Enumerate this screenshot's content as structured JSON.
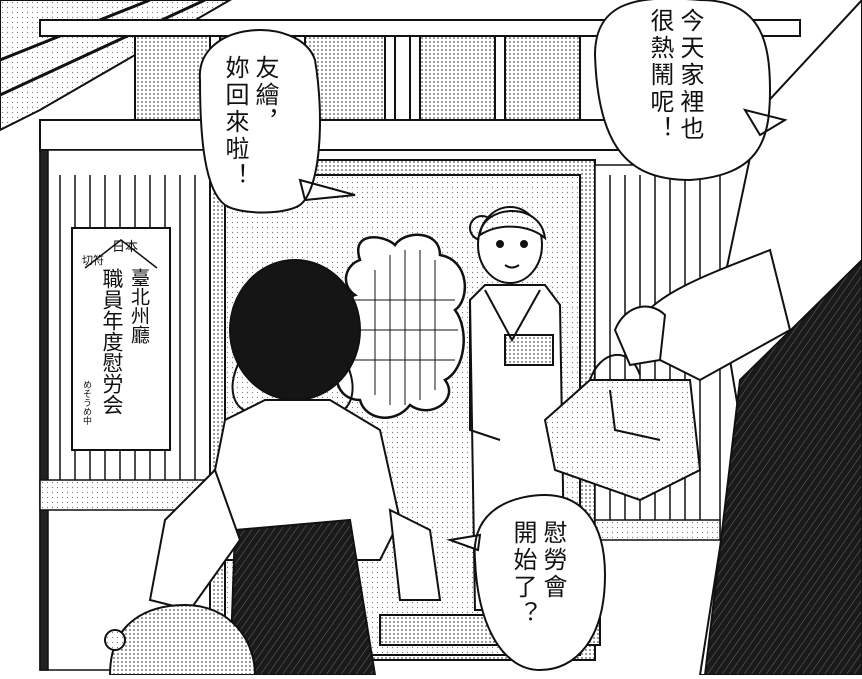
{
  "panel": {
    "speech": {
      "tomoe_greeting": "友繪，\n妳回來啦！",
      "house_lively": "今天家裡也\n很熱鬧呢！",
      "party_question": "慰勞會\n開始了？"
    },
    "sign": {
      "top": "日本",
      "sub_left": "切符",
      "col1": "臺北州廳",
      "col2": "職員年度慰労会",
      "small": "めそうめ中"
    }
  },
  "colors": {
    "ink": "#111111",
    "paper": "#ffffff",
    "tone_light": "#d9d9d9",
    "tone_mid": "#9a9a9a",
    "tone_dark": "#2a2a2a"
  },
  "icons": [
    "speech-bubble",
    "hanging-sign",
    "kimono-figure",
    "gift-bundle"
  ]
}
